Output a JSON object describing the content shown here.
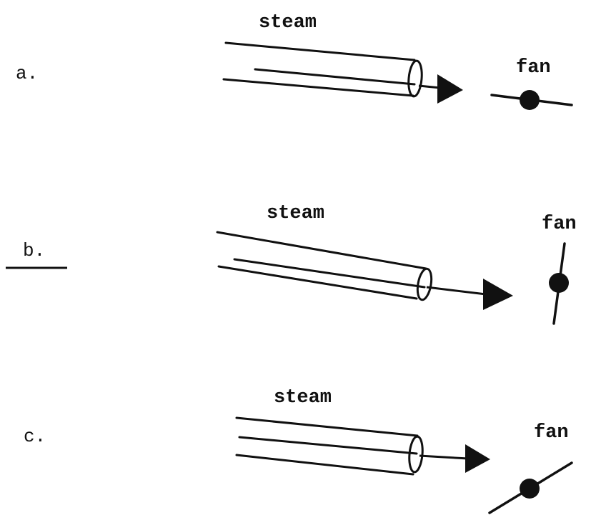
{
  "options": [
    {
      "letter": "a.",
      "steam_label": "steam",
      "fan_label": "fan",
      "selected": false,
      "fan_orientation": "horizontal"
    },
    {
      "letter": "b.",
      "steam_label": "steam",
      "fan_label": "fan",
      "selected": true,
      "fan_orientation": "vertical"
    },
    {
      "letter": "c.",
      "steam_label": "steam",
      "fan_label": "fan",
      "selected": false,
      "fan_orientation": "diagonal"
    }
  ],
  "colors": {
    "ink": "#111111",
    "background": "#ffffff"
  }
}
